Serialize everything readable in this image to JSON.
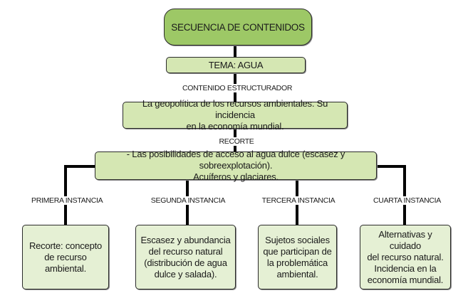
{
  "diagram": {
    "title": "SECUENCIA DE CONTENIDOS",
    "theme": "TEMA: AGUA",
    "connector_structuring": "CONTENIDO ESTRUCTURADOR",
    "structuring_content": "La geopolítica de los recursos ambientales. Su incidencia en la economía mundial.",
    "structuring_content_lines": [
      "La geopolítica de los recursos ambientales. Su incidencia",
      "en la economía mundial."
    ],
    "connector_cut": "RECORTE",
    "cut_lines": [
      "- Las posibilidades de acceso al agua dulce (escasez y sobreexplotación).",
      "Acuíferos y glaciares."
    ],
    "instances": [
      {
        "label": "PRIMERA INSTANCIA",
        "lines": [
          "Recorte: concepto",
          "de recurso",
          "ambiental."
        ]
      },
      {
        "label": "SEGUNDA INSTANCIA",
        "lines": [
          "Escasez y abundancia",
          "del recurso natural",
          "(distribución de agua",
          "dulce y salada)."
        ]
      },
      {
        "label": "TERCERA INSTANCIA",
        "lines": [
          "Sujetos sociales",
          "que participan de",
          "la problemática",
          "ambiental."
        ]
      },
      {
        "label": "CUARTA INSTANCIA",
        "lines": [
          "Alternativas y cuidado",
          "del recurso natural.",
          "Incidencia en la",
          "economía mundial."
        ]
      }
    ],
    "colors": {
      "title_fill": "#9dc866",
      "node_fill": "#d5e7b3",
      "leaf_fill": "#e5f0d4",
      "border": "#2b2b2b",
      "connector": "#000000"
    }
  }
}
